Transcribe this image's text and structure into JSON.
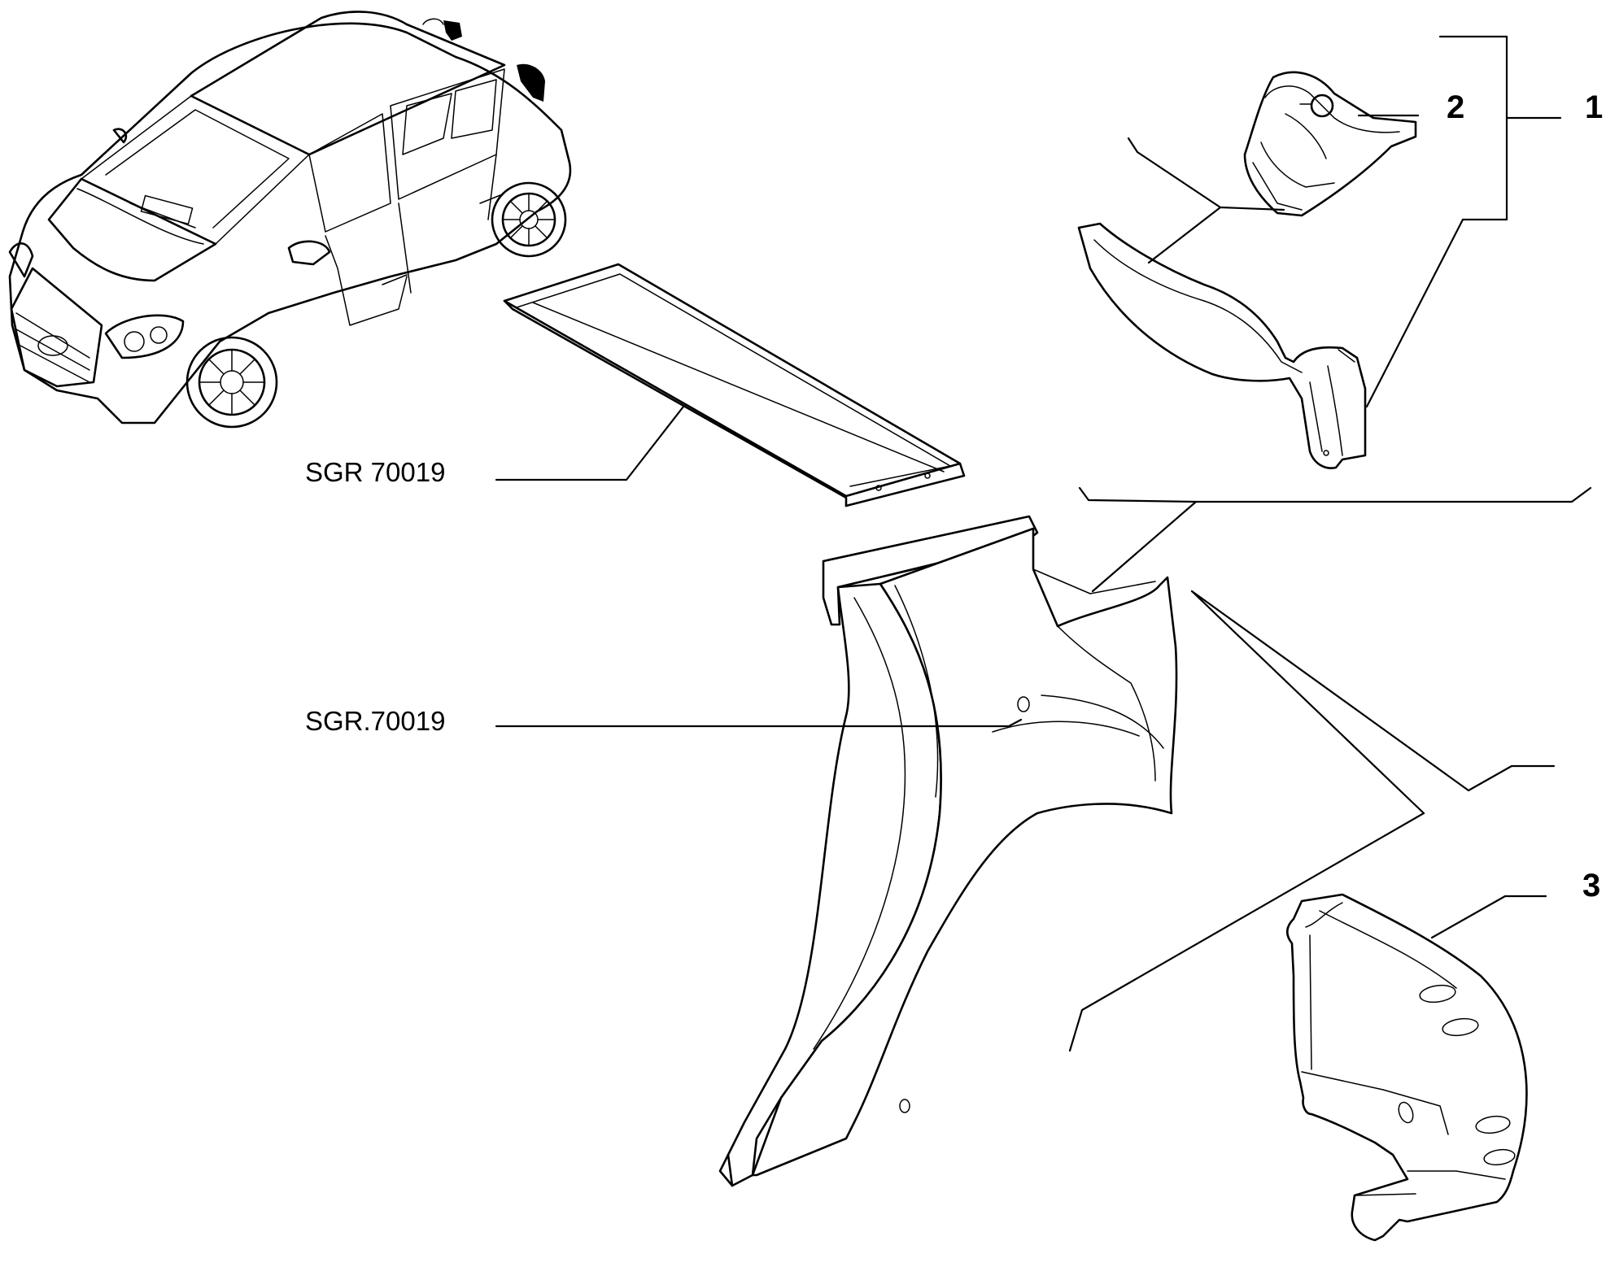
{
  "callouts": {
    "item_1": "1",
    "item_2": "2",
    "item_3": "3"
  },
  "references": {
    "upper": "SGR 70019",
    "lower": "SGR.70019"
  },
  "colors": {
    "line": "#000000",
    "background": "#ffffff"
  }
}
